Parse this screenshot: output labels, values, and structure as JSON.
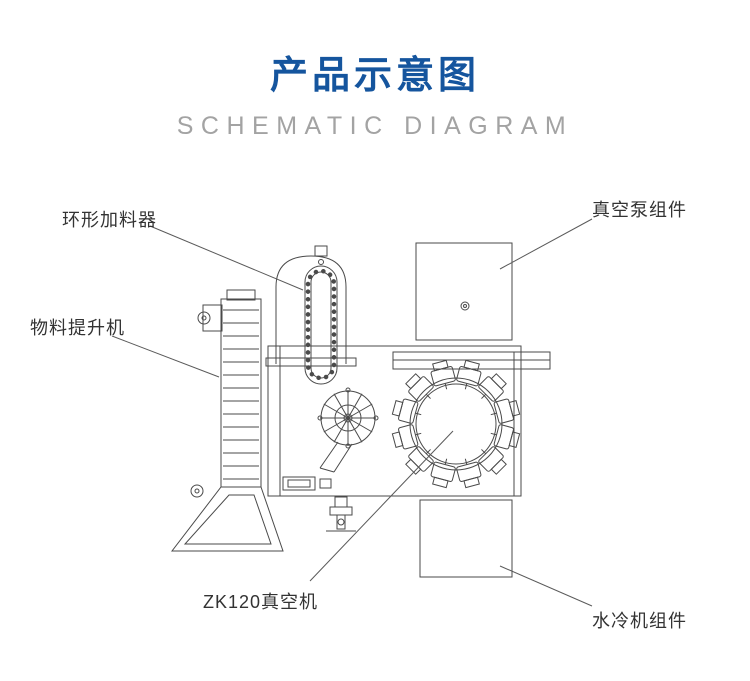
{
  "colors": {
    "accent": "#15559e",
    "muted": "#a3a3a3",
    "line": "#4a4a4a",
    "label": "#333333"
  },
  "header": {
    "title": "产品示意图",
    "subtitle": "SCHEMATIC DIAGRAM"
  },
  "diagram": {
    "labels": [
      {
        "id": "ring-feeder",
        "text": "环形加料器"
      },
      {
        "id": "vacuum-pump-unit",
        "text": "真空泵组件"
      },
      {
        "id": "material-elevator",
        "text": "物料提升机"
      },
      {
        "id": "zk120-vacuum-machine",
        "text": "ZK120真空机"
      },
      {
        "id": "water-cooler-unit",
        "text": "水冷机组件"
      }
    ]
  }
}
